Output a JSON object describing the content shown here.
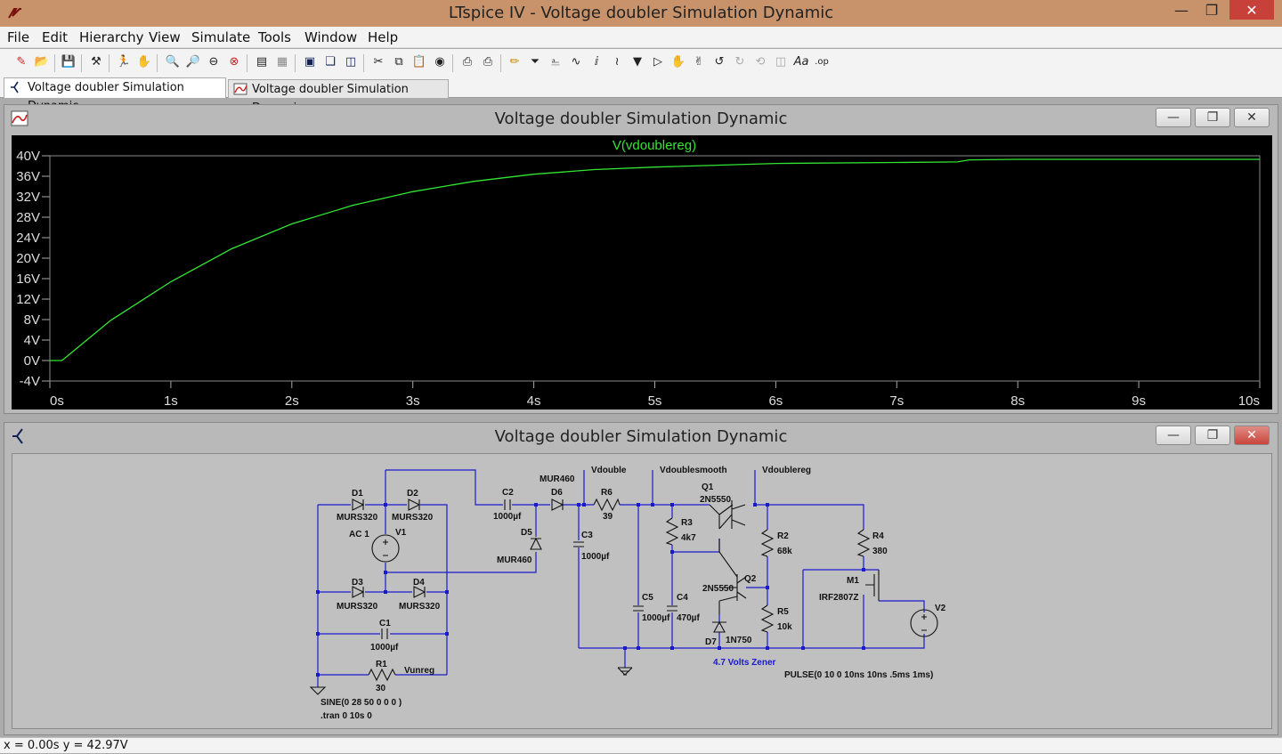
{
  "window": {
    "title": "LTspice IV - Voltage doubler Simulation Dynamic"
  },
  "menu": [
    "File",
    "Edit",
    "Hierarchy",
    "View",
    "Simulate",
    "Tools",
    "Window",
    "Help"
  ],
  "tabs": [
    {
      "label": "Voltage doubler Simulation Dynamic",
      "kind": "schematic"
    },
    {
      "label": "Voltage doubler Simulation Dynamic",
      "kind": "waveform"
    }
  ],
  "waveform_window": {
    "title": "Voltage doubler Simulation Dynamic",
    "trace_label": "V(vdoublereg)"
  },
  "schematic_window": {
    "title": "Voltage doubler Simulation Dynamic"
  },
  "colors": {
    "trace": "#33e633",
    "grid": "#7a7a7a",
    "wire": "#1a1acd",
    "titlebar": "#c8926a"
  },
  "chart_data": {
    "type": "line",
    "series": [
      {
        "name": "V(vdoublereg)",
        "x": [
          0,
          0.1,
          0.5,
          1,
          1.5,
          2,
          2.5,
          3,
          3.5,
          4,
          4.5,
          5,
          6,
          7,
          7.5,
          7.6,
          8,
          9,
          10
        ],
        "y": [
          0,
          0,
          7.8,
          15.4,
          21.8,
          26.7,
          30.3,
          33.0,
          35.0,
          36.4,
          37.3,
          37.8,
          38.5,
          38.7,
          38.8,
          39.2,
          39.3,
          39.3,
          39.3
        ]
      }
    ],
    "xlim": [
      0,
      10
    ],
    "ylim": [
      -4,
      40
    ],
    "x_ticks": [
      "0s",
      "1s",
      "2s",
      "3s",
      "4s",
      "5s",
      "6s",
      "7s",
      "8s",
      "9s",
      "10s"
    ],
    "y_ticks": [
      "40V",
      "36V",
      "32V",
      "28V",
      "24V",
      "20V",
      "16V",
      "12V",
      "8V",
      "4V",
      "0V",
      "-4V"
    ],
    "grid": false
  },
  "schematic": {
    "labels": {
      "d1": "D1",
      "d1m": "MURS320",
      "d2": "D2",
      "d2m": "MURS320",
      "ac": "AC 1",
      "v1": "V1",
      "d3": "D3",
      "d3m": "MURS320",
      "d4": "D4",
      "d4m": "MURS320",
      "c1": "C1",
      "c1v": "1000µf",
      "r1": "R1",
      "r1v": "30",
      "vunreg": "Vunreg",
      "sine": "SINE(0 28 50 0 0 0 )",
      "tran": ".tran 0 10s 0",
      "c2": "C2",
      "c2v": "1000µf",
      "d5": "D5",
      "d5m": "MUR460",
      "d6m_top": "MUR460",
      "d6": "D6",
      "c3": "C3",
      "c3v": "1000µf",
      "vdouble": "Vdouble",
      "r6": "R6",
      "r6v": "39",
      "vdoublesmooth": "Vdoublesmooth",
      "r3": "R3",
      "r3v": "4k7",
      "c5": "C5",
      "c5v": "1000µf",
      "c4": "C4",
      "c4v": "470µf",
      "q1": "Q1",
      "q1m": "2N5550",
      "q2": "Q2",
      "q2m": "2N5550",
      "d7": "D7",
      "d7m": "1N750",
      "zener": "4.7 Volts Zener",
      "vdoublereg": "Vdoublereg",
      "r2": "R2",
      "r2v": "68k",
      "r5": "R5",
      "r5v": "10k",
      "r4": "R4",
      "r4v": "380",
      "m1": "M1",
      "m1m": "IRF2807Z",
      "v2": "V2",
      "pulse": "PULSE(0 10 0 10ns 10ns .5ms 1ms)"
    }
  },
  "status": {
    "text": "x = 0.00s   y = 42.97V"
  }
}
